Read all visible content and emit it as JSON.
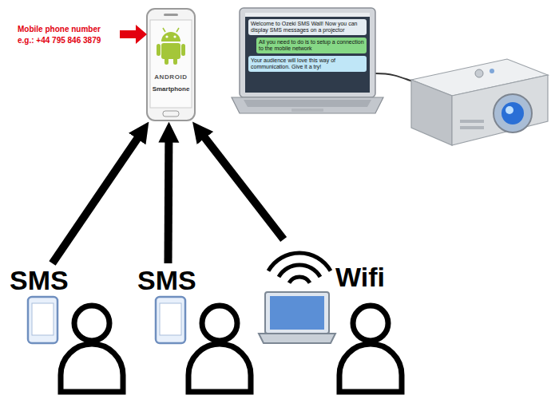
{
  "diagram": {
    "nodes": [
      {
        "text": [
          "ANDROID",
          "Smartphone"
        ]
      },
      {
        "text": [
          "Welcome to Ozeki SMS Wall! Now you can display SMS messages on a projector"
        ]
      },
      {
        "text": [
          "All you need to do is to setup a connection to the mobile network"
        ]
      },
      {
        "text": [
          "Your audience will love this way of communication. Give it a try!"
        ]
      },
      {
        "text": [
          "SMS"
        ]
      },
      {
        "text": [
          "SMS"
        ]
      },
      {
        "text": [
          "Wifi"
        ]
      }
    ],
    "edges": [
      {
        "from": 4,
        "to": 0,
        "arrow": "to"
      },
      {
        "from": 5,
        "to": 0,
        "arrow": "to"
      },
      {
        "from": 6,
        "to": 0,
        "arrow": "to"
      }
    ],
    "labels": [
      "Mobile phone number",
      "e.g.: +44 795 846 3879"
    ]
  }
}
